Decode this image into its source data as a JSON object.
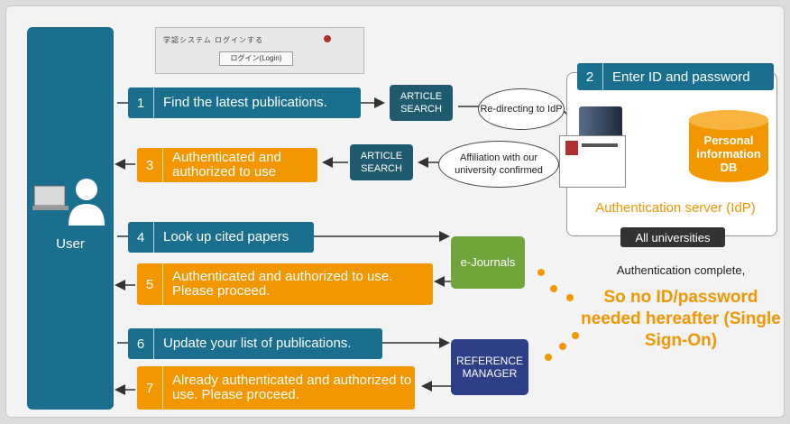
{
  "user": {
    "label": "User"
  },
  "login_screenshot": {
    "line": "学認システム ログインする",
    "button": "ログイン(Login)"
  },
  "steps": {
    "s1": {
      "num": "1",
      "text": "Find the latest publications."
    },
    "s2": {
      "num": "2",
      "text": "Enter ID and password"
    },
    "s3": {
      "num": "3",
      "text": "Authenticated and authorized to use"
    },
    "s4": {
      "num": "4",
      "text": "Look up cited papers"
    },
    "s5": {
      "num": "5",
      "text": "Authenticated and authorized to use. Please proceed."
    },
    "s6": {
      "num": "6",
      "text": "Update your list of publications."
    },
    "s7": {
      "num": "7",
      "text": "Already authenticated and authorized to use. Please proceed."
    }
  },
  "services": {
    "article_search_1": "ARTICLE SEARCH",
    "article_search_2": "ARTICLE SEARCH",
    "ejournals": "e-Journals",
    "reference_manager": "REFERENCE MANAGER"
  },
  "bubbles": {
    "redirect": "Re-directing to IdP",
    "affiliation": "Affiliation with our university confirmed"
  },
  "idp": {
    "db_label": "Personal information DB",
    "caption": "Authentication server (IdP)",
    "scope": "All universities"
  },
  "sso": {
    "complete": "Authentication complete,",
    "message": "So no ID/password needed hereafter (Single Sign-On)"
  },
  "colors": {
    "blue": "#1a6f8e",
    "orange": "#f29700",
    "dark_teal": "#1f5a6e",
    "green": "#6fa53a",
    "navy": "#2d3f86"
  }
}
